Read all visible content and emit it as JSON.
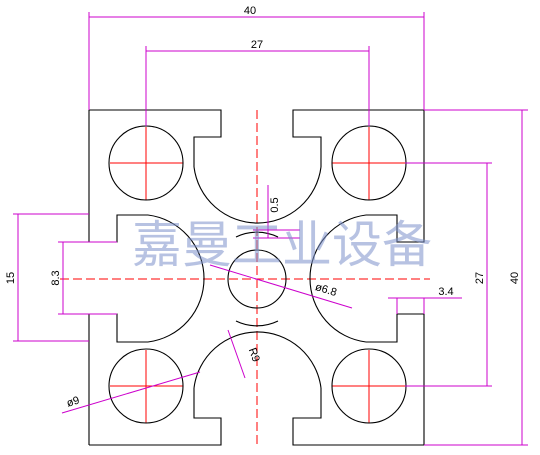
{
  "dimensions": {
    "overall_width": "40",
    "hole_spacing_horizontal": "27",
    "overall_height": "40",
    "hole_spacing_vertical": "27",
    "slot_width": "15",
    "slot_depth": "8.3",
    "slot_offset": "0.5",
    "center_bore": "ø6.8",
    "slot_lip": "3.4",
    "corner_hole": "ø9",
    "center_radius": "R9"
  },
  "watermark": "嘉曼工业设备",
  "colors": {
    "profile": "#000000",
    "dimension": "#cc00cc",
    "centerline": "#ff0000",
    "watermark": "#7d92cc"
  }
}
